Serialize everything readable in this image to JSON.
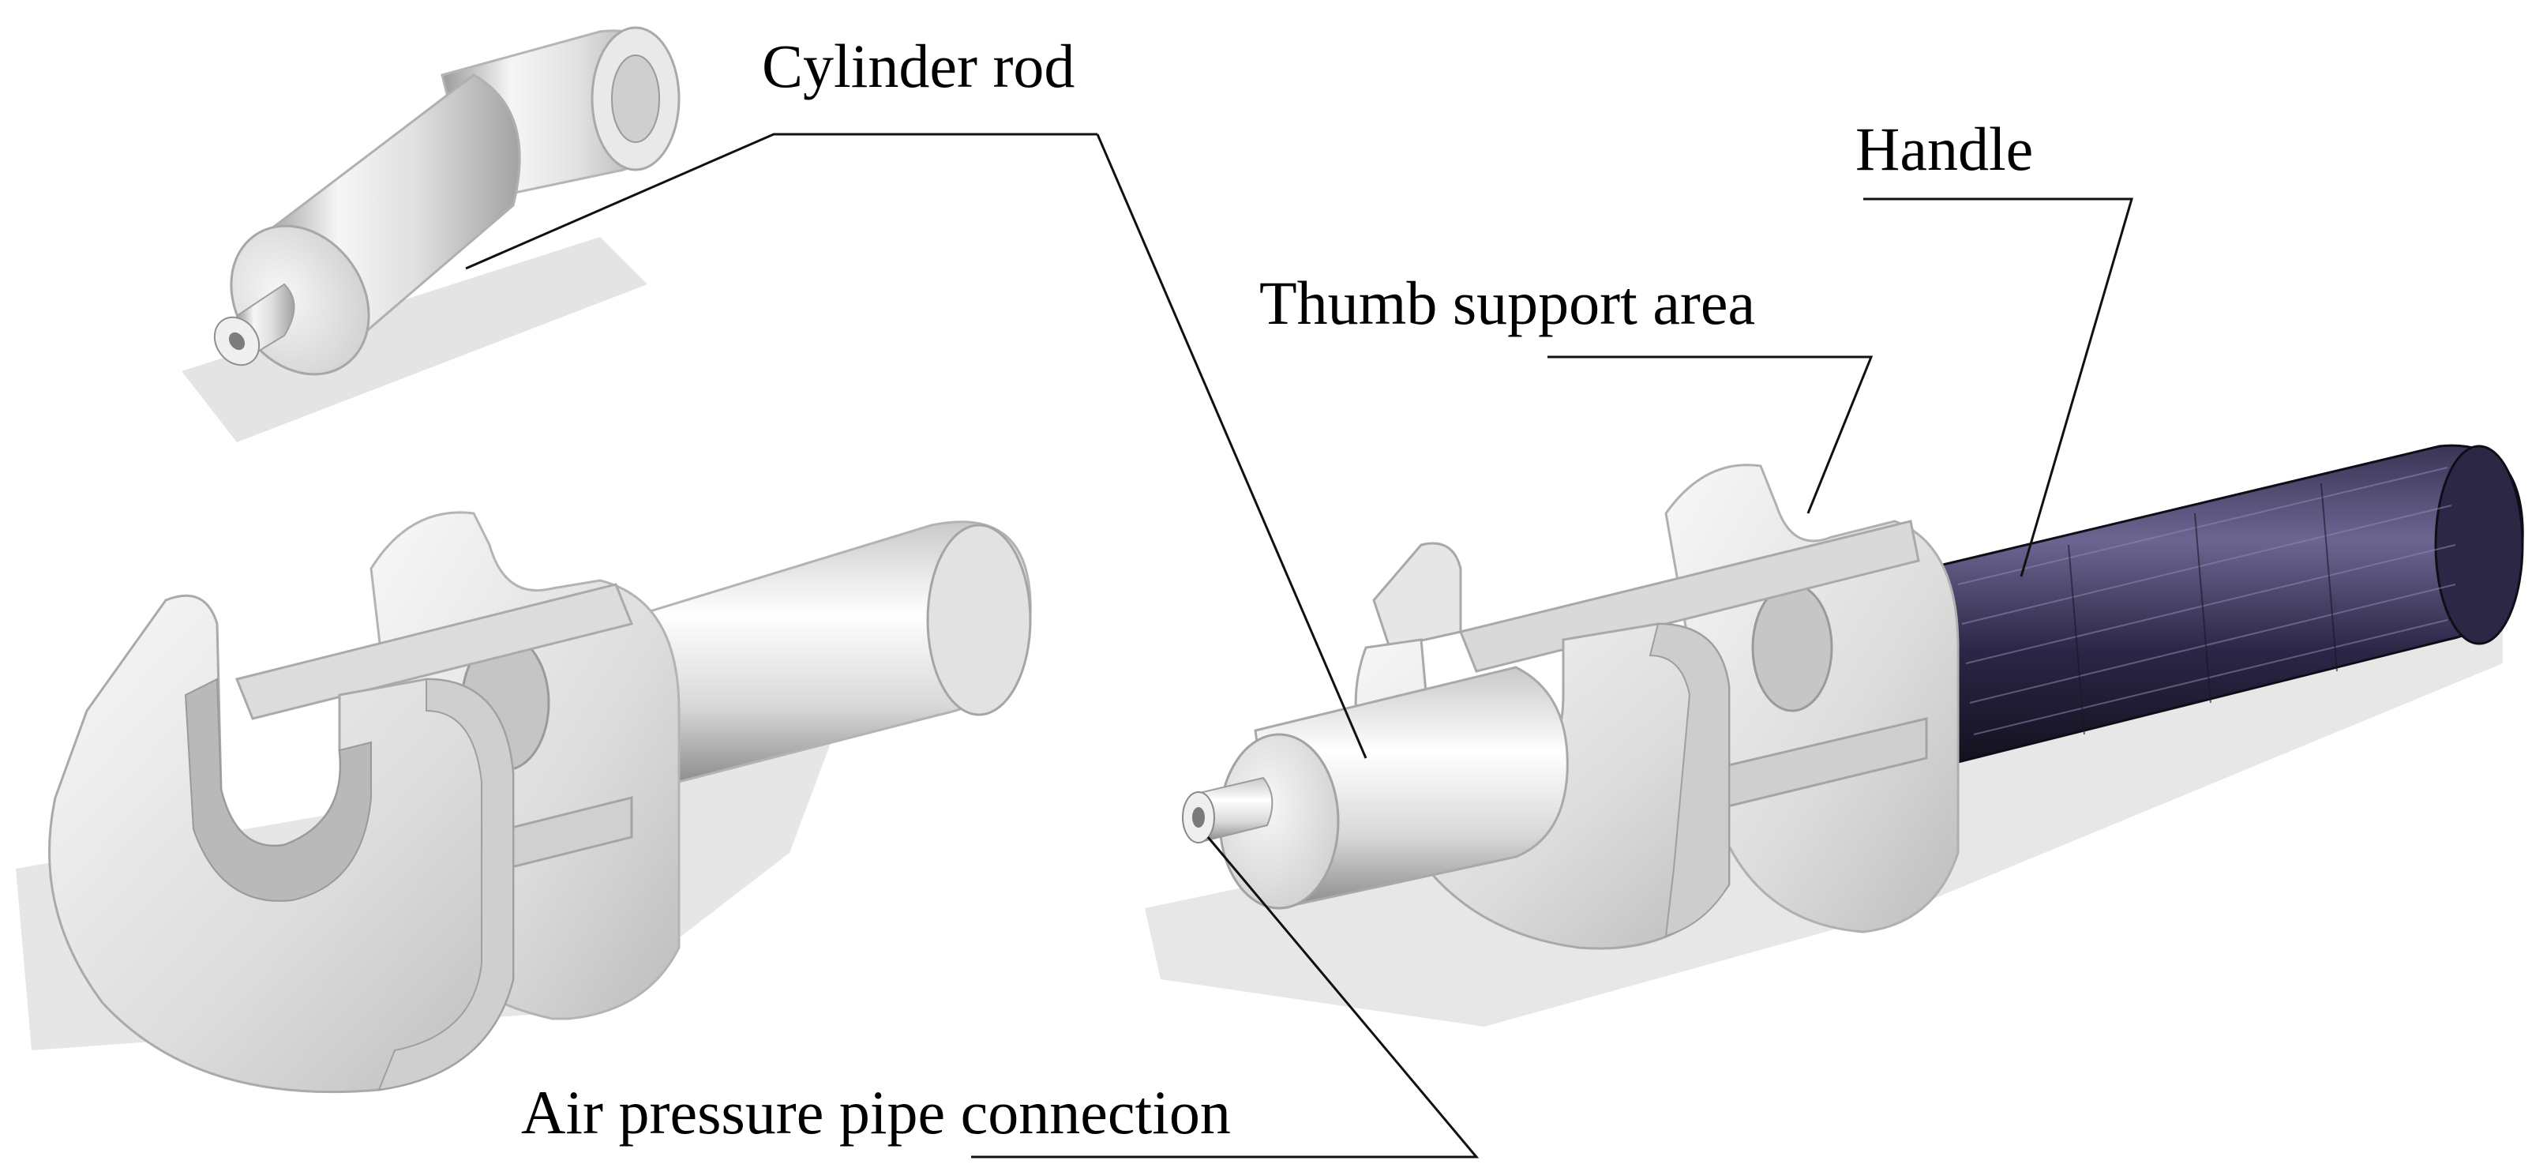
{
  "labels": {
    "cylinder_rod": "Cylinder rod",
    "handle": "Handle",
    "thumb_support_area": "Thumb support area",
    "air_pressure_pipe_connection": "Air pressure pipe connection"
  },
  "colors": {
    "background": "#ffffff",
    "metal_light": "#f3f3f3",
    "metal_mid": "#d4d4d4",
    "metal_dark": "#8c8c8c",
    "shadow": "#e3e3e3",
    "handle_light": "#6d6591",
    "handle_dark": "#1d1933",
    "leader_line": "#111111",
    "text": "#000000"
  }
}
